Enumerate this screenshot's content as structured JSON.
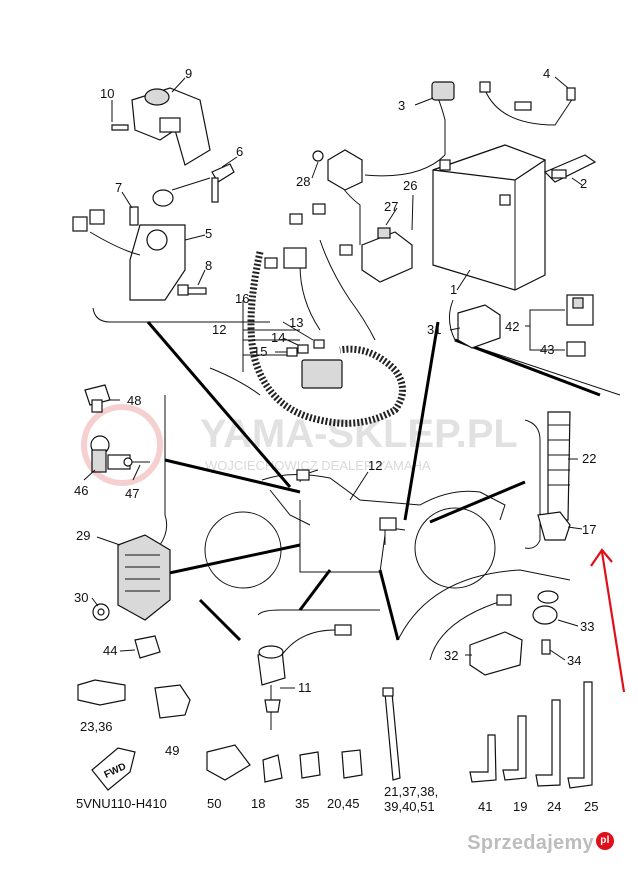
{
  "watermark": {
    "title": "YAMA-SKLEP.PL",
    "subtitle": "WOJCIECHOWICZ DEALER YAMAHA"
  },
  "diagram_code": "5VNU110-H410",
  "fwd_label": "FWD",
  "brand": {
    "name": "Sprzedajemy",
    "dot": "pl"
  },
  "parts": [
    {
      "id": "p1",
      "label": "1"
    },
    {
      "id": "p2",
      "label": "2"
    },
    {
      "id": "p3",
      "label": "3"
    },
    {
      "id": "p4",
      "label": "4"
    },
    {
      "id": "p5",
      "label": "5"
    },
    {
      "id": "p6",
      "label": "6"
    },
    {
      "id": "p7",
      "label": "7"
    },
    {
      "id": "p8",
      "label": "8"
    },
    {
      "id": "p9",
      "label": "9"
    },
    {
      "id": "p10",
      "label": "10"
    },
    {
      "id": "p11",
      "label": "11"
    },
    {
      "id": "p12a",
      "label": "12"
    },
    {
      "id": "p12b",
      "label": "12"
    },
    {
      "id": "p13",
      "label": "13"
    },
    {
      "id": "p14",
      "label": "14"
    },
    {
      "id": "p15",
      "label": "15"
    },
    {
      "id": "p16",
      "label": "16"
    },
    {
      "id": "p17",
      "label": "17"
    },
    {
      "id": "p18",
      "label": "18"
    },
    {
      "id": "p19",
      "label": "19"
    },
    {
      "id": "p2045",
      "label": "20,45"
    },
    {
      "id": "p2137",
      "label": "21,37,38,"
    },
    {
      "id": "p3940",
      "label": "39,40,51"
    },
    {
      "id": "p22",
      "label": "22"
    },
    {
      "id": "p2336",
      "label": "23,36"
    },
    {
      "id": "p24",
      "label": "24"
    },
    {
      "id": "p25",
      "label": "25"
    },
    {
      "id": "p26",
      "label": "26"
    },
    {
      "id": "p27",
      "label": "27"
    },
    {
      "id": "p28",
      "label": "28"
    },
    {
      "id": "p29",
      "label": "29"
    },
    {
      "id": "p30",
      "label": "30"
    },
    {
      "id": "p31",
      "label": "31"
    },
    {
      "id": "p32",
      "label": "32"
    },
    {
      "id": "p33",
      "label": "33"
    },
    {
      "id": "p34",
      "label": "34"
    },
    {
      "id": "p35",
      "label": "35"
    },
    {
      "id": "p41",
      "label": "41"
    },
    {
      "id": "p42",
      "label": "42"
    },
    {
      "id": "p43",
      "label": "43"
    },
    {
      "id": "p44",
      "label": "44"
    },
    {
      "id": "p46",
      "label": "46"
    },
    {
      "id": "p47",
      "label": "47"
    },
    {
      "id": "p48",
      "label": "48"
    },
    {
      "id": "p49",
      "label": "49"
    },
    {
      "id": "p50",
      "label": "50"
    }
  ],
  "colors": {
    "ink": "#111111",
    "arrow": "#e0101a",
    "watermark": "#c9c9c9"
  }
}
